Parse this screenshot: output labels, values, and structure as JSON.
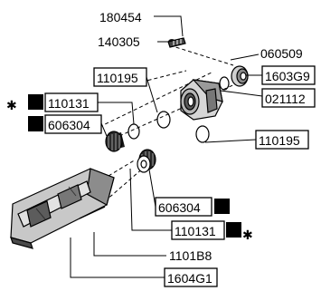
{
  "parts": {
    "p180454": "180454",
    "p140305": "140305",
    "p060509": "060509",
    "p1603G9": "1603G9",
    "p021112": "021112",
    "p110195_top": "110195",
    "p110195_right": "110195",
    "p110131_top": "110131",
    "p110131_bottom": "110131",
    "p606304_top": "606304",
    "p606304_bottom": "606304",
    "p1101B8": "1101B8",
    "p1604G1": "1604G1"
  },
  "markers": {
    "asterisk": "✱"
  },
  "colors": {
    "line": "#000000",
    "background": "#ffffff",
    "part_dark": "#1a1a1a",
    "part_mid": "#6e6e6e",
    "part_light": "#bdbdbd"
  }
}
